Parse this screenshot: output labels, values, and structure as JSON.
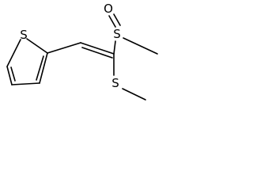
{
  "molecule": {
    "atoms": {
      "thiophene_sulfur": "S",
      "sulfoxide_sulfur": "S",
      "sulfoxide_oxygen": "O",
      "thioether_sulfur": "S"
    }
  }
}
